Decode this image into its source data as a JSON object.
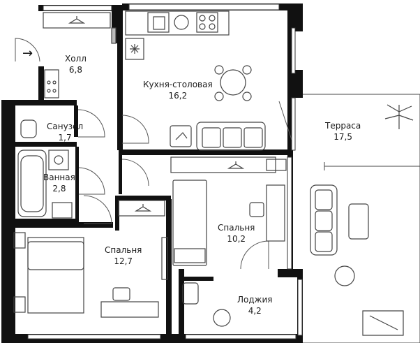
{
  "plan": {
    "rooms": [
      {
        "id": "hall",
        "name": "Холл",
        "area": "6,8"
      },
      {
        "id": "kitchen",
        "name": "Кухня-столовая",
        "area": "16,2"
      },
      {
        "id": "wc",
        "name": "Санузел",
        "area": "1,7"
      },
      {
        "id": "bath",
        "name": "Ванная",
        "area": "2,8"
      },
      {
        "id": "bedroom-small",
        "name": "Спальня",
        "area": "10,2"
      },
      {
        "id": "bedroom-large",
        "name": "Спальня",
        "area": "12,7"
      },
      {
        "id": "loggia",
        "name": "Лоджия",
        "area": "4,2"
      },
      {
        "id": "terrace",
        "name": "Терраса",
        "area": "17,5"
      }
    ],
    "entrance_arrow": "→",
    "colors": {
      "wall": "#111111",
      "line": "#333333",
      "furniture": "#444444",
      "background": "#ffffff"
    }
  }
}
